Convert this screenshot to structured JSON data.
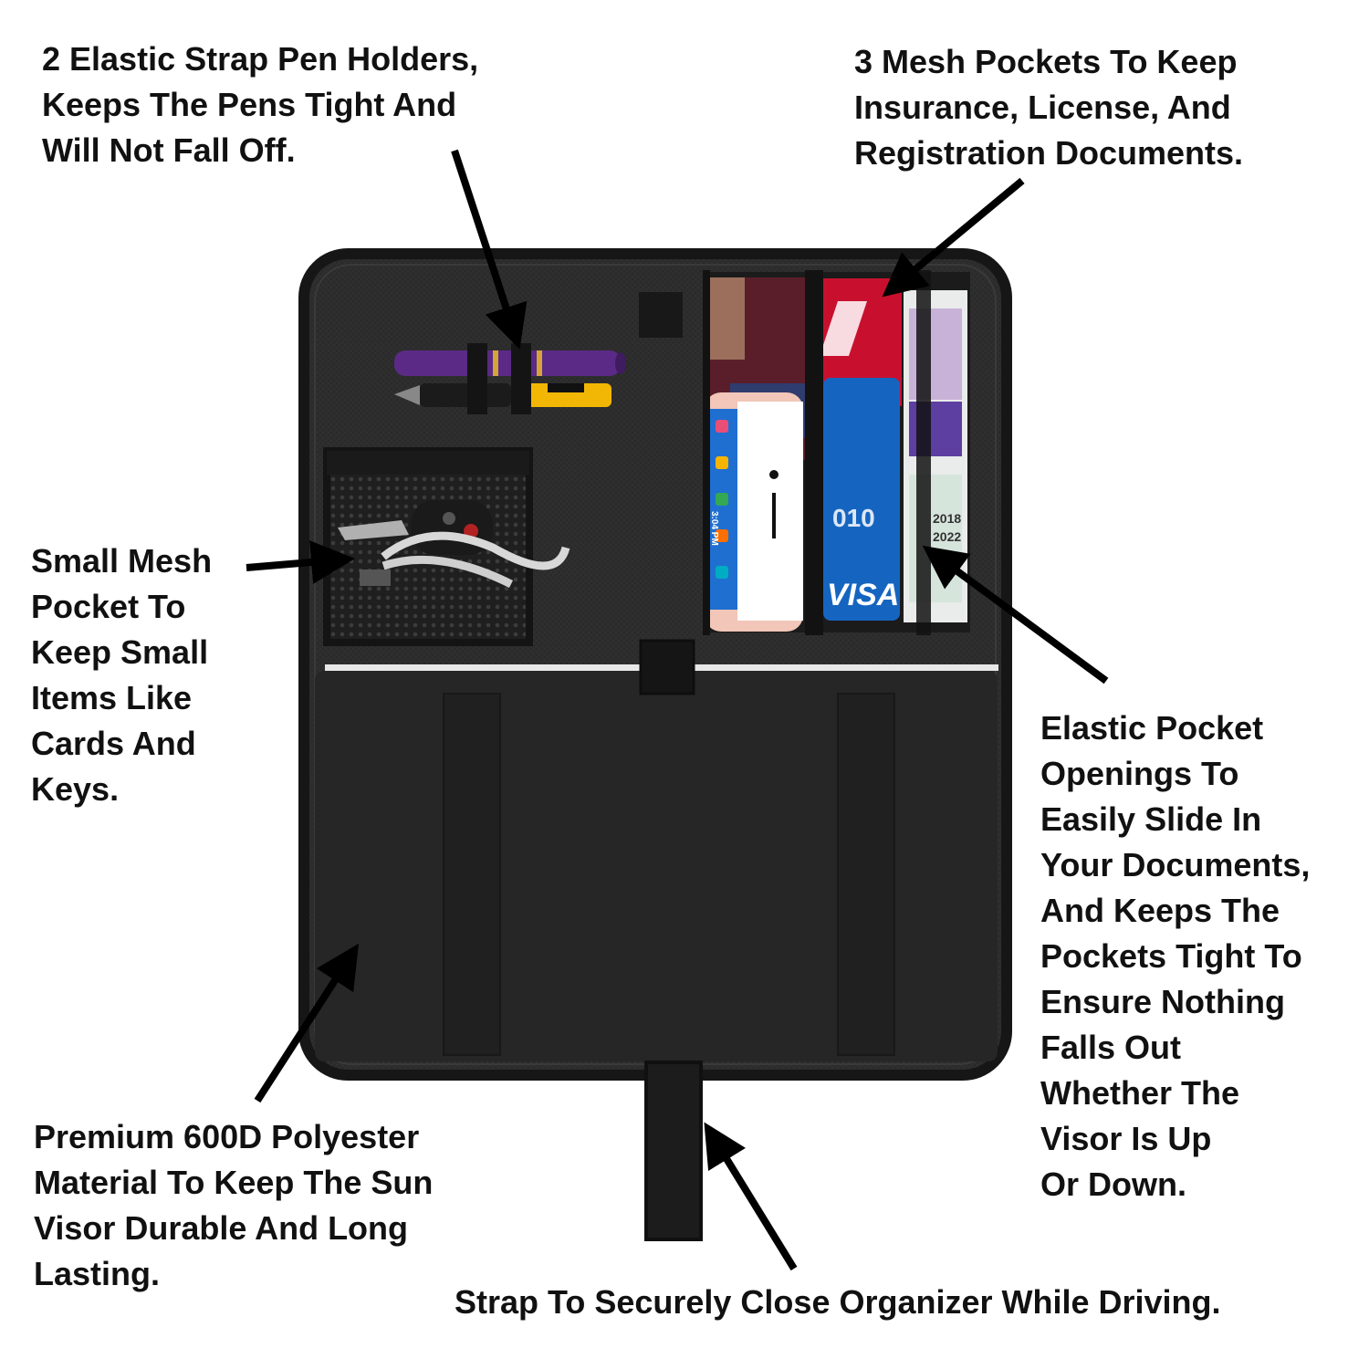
{
  "callouts": {
    "pen_holders": [
      "2 Elastic Strap Pen Holders,",
      "Keeps The Pens Tight And",
      "Will Not Fall Off."
    ],
    "mesh_pockets": [
      "3 Mesh Pockets To Keep",
      "Insurance, License, And",
      "Registration Documents."
    ],
    "small_mesh": [
      "Small Mesh",
      "Pocket To",
      "Keep Small",
      "Items Like",
      "Cards And",
      "Keys."
    ],
    "elastic_openings": [
      "Elastic Pocket",
      "Openings To",
      "Easily Slide In",
      "Your Documents,",
      "And Keeps The",
      "Pockets Tight To",
      "Ensure Nothing",
      "Falls Out",
      "Whether The",
      "Visor Is Up",
      "Or Down."
    ],
    "material": [
      "Premium 600D Polyester",
      "Material To Keep The Sun",
      "Visor Durable And Long",
      "Lasting."
    ],
    "strap": [
      "Strap To Securely Close Organizer While Driving."
    ]
  },
  "card_texts": {
    "card_number": "010",
    "card_brand": "VISA",
    "date_1": "2018",
    "date_2": "2022",
    "phone_time": "3:04 PM"
  },
  "colors": {
    "organizer": "#2b2b2b",
    "organizer_border": "#161616",
    "card_red": "#c8102e",
    "card_blue": "#1565c0",
    "phone_body": "#f2c6b8",
    "pen_purple": "#5b2a86",
    "pen_yellow": "#f2b705"
  }
}
